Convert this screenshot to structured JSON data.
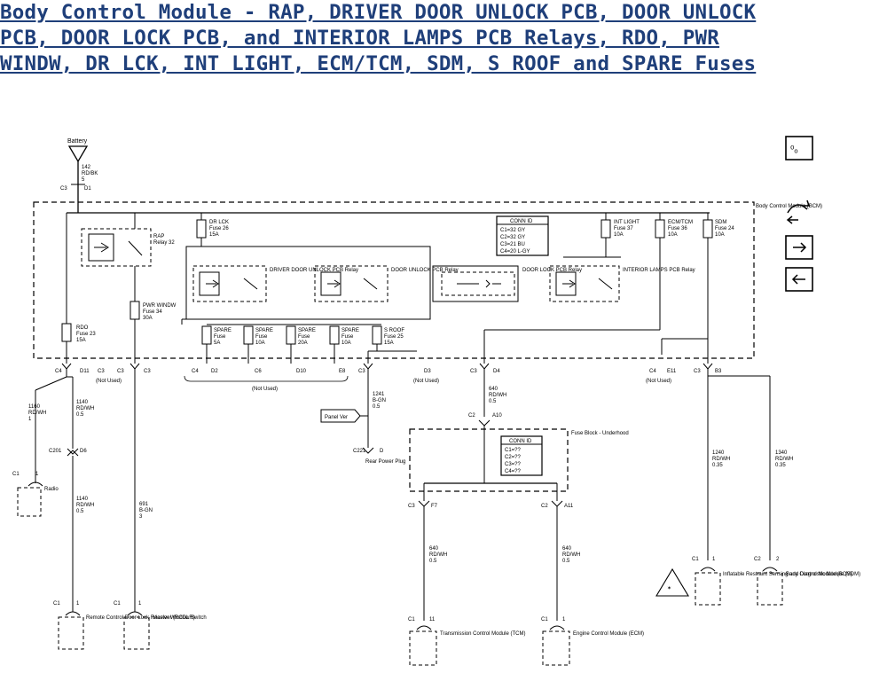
{
  "title": {
    "line1": "Body Control Module - RAP, DRIVER DOOR UNLOCK PCB, DOOR UNLOCK",
    "line2": "PCB, DOOR LOCK PCB, and INTERIOR LAMPS PCB Relays, RDO, PWR",
    "line3": "WINDW, DR LCK, INT LIGHT, ECM/TCM, SDM, S ROOF and SPARE Fuses"
  },
  "battery": {
    "label": "Battery",
    "wire": "142",
    "color": "RD/BK",
    "gauge": "5",
    "pin_a": "C3",
    "pin_b": "D1"
  },
  "module": {
    "label": "Body Control Module (BCM)"
  },
  "fuses": {
    "dr_lck": {
      "name": "DR LCK",
      "rating": "Fuse 26",
      "amps": "15A"
    },
    "rap": {
      "name": "RAP",
      "relay": "Relay 32"
    },
    "pwr_windw": {
      "name": "PWR WINDW",
      "rating": "Fuse 34",
      "amps": "30A"
    },
    "rdo": {
      "name": "RDO",
      "rating": "Fuse 23",
      "amps": "15A"
    },
    "int_light": {
      "name": "INT LIGHT",
      "rating": "Fuse 37",
      "amps": "10A"
    },
    "ecm_tcm": {
      "name": "ECM/TCM",
      "rating": "Fuse 36",
      "amps": "10A"
    },
    "sdm": {
      "name": "SDM",
      "rating": "Fuse 24",
      "amps": "10A"
    },
    "spare1": {
      "name": "SPARE",
      "rating": "Fuse",
      "amps": "5A"
    },
    "spare2": {
      "name": "SPARE",
      "rating": "Fuse",
      "amps": "10A"
    },
    "spare3": {
      "name": "SPARE",
      "rating": "Fuse",
      "amps": "20A"
    },
    "spare4": {
      "name": "SPARE",
      "rating": "Fuse",
      "amps": "10A"
    },
    "s_roof": {
      "name": "S ROOF",
      "rating": "Fuse 25",
      "amps": "15A"
    }
  },
  "relays": {
    "driver_door": {
      "name": "DRIVER DOOR UNLOCK PCB Relay"
    },
    "door_unlock": {
      "name": "DOOR UNLOCK PCB Relay"
    },
    "door_lock": {
      "name": "DOOR LOCK PCB Relay"
    },
    "interior": {
      "name": "INTERIOR LAMPS PCB Relay"
    }
  },
  "conn_id": {
    "title": "CONN ID",
    "rows": [
      "C1=32 GY",
      "C2=32 GY",
      "C3=21 BU",
      "C4=20 L-GY"
    ]
  },
  "fuse_block": {
    "label": "Fuse Block - Underhood",
    "conn_title": "CONN ID",
    "rows": [
      "C1=??",
      "C2=??",
      "C3=??",
      "C4=??"
    ]
  },
  "pins": {
    "c4_d": "C4",
    "d11": "D11",
    "c3_b": "C3",
    "c3_c": "C3",
    "c3_e": "C3",
    "c4_g": "C4",
    "d2": "D2",
    "c6": "C6",
    "d10": "D10",
    "e8": "E8",
    "c3_h": "C3",
    "d3": "D3",
    "c3_i": "C3",
    "d4": "D4",
    "c4_j": "C4",
    "e11": "E11",
    "c3_k": "C3",
    "b3": "B3"
  },
  "not_used": "(Not Used)",
  "wires": {
    "radio": {
      "num": "1160",
      "color": "RD/WH",
      "gauge": "1"
    },
    "rkl": {
      "num": "1140",
      "color": "RD/WH",
      "gauge": "0.5"
    },
    "rkl2": {
      "num": "1140",
      "color": "RD/WH",
      "gauge": "0.5"
    },
    "pw": {
      "num": "691",
      "color": "B-GN",
      "gauge": "3"
    },
    "aux": {
      "num": "1241",
      "color": "B-GN",
      "gauge": "0.5"
    },
    "fuse_feed": {
      "num": "640",
      "color": "RD/WH",
      "gauge": "0.5"
    },
    "tcm": {
      "num": "640",
      "color": "RD/WH",
      "gauge": "0.5"
    },
    "ecm": {
      "num": "640",
      "color": "RD/WH",
      "gauge": "0.5"
    },
    "sdm": {
      "num": "1240",
      "color": "RD/WH",
      "gauge": "0.35"
    },
    "bcm": {
      "num": "1340",
      "color": "RD/WH",
      "gauge": "0.35"
    }
  },
  "splice": {
    "label": "C201",
    "pin": "D6"
  },
  "panel_ver": "Panel Ver",
  "rear_plug": {
    "label": "Rear Power Plug",
    "pin": "C221",
    "pin2": "D"
  },
  "components": {
    "radio": {
      "label": "Radio",
      "conn": "C1",
      "pin": "1"
    },
    "rkl": {
      "label": "Remote Control Door Lock Receiver (RCDLR)",
      "conn": "C1",
      "pin": "1"
    },
    "mws": {
      "label": "Master Window Switch",
      "conn": "C1",
      "pin": "1"
    },
    "tcm": {
      "label": "Transmission Control Module (TCM)",
      "conn": "C1",
      "pin": "11"
    },
    "ecm": {
      "label": "Engine Control Module (ECM)",
      "conn": "C1",
      "pin": "1"
    },
    "sdm": {
      "label": "Inflatable Restraint Sensing and Diagnostic Module (SDM)",
      "conn": "C1",
      "pin": "1"
    },
    "bcm": {
      "label": "Body Control Module (BCM)",
      "conn": "C2",
      "pin": "2"
    }
  },
  "fb_pins": {
    "c3": "C3",
    "f7": "F7",
    "c2": "C2",
    "a11": "A11",
    "c2_top": "C2",
    "a10": "A10"
  },
  "nav": {
    "home": "home-icon",
    "loop": "loop-arrow-icon",
    "next": "next-arrow-icon",
    "prev": "prev-arrow-icon"
  }
}
